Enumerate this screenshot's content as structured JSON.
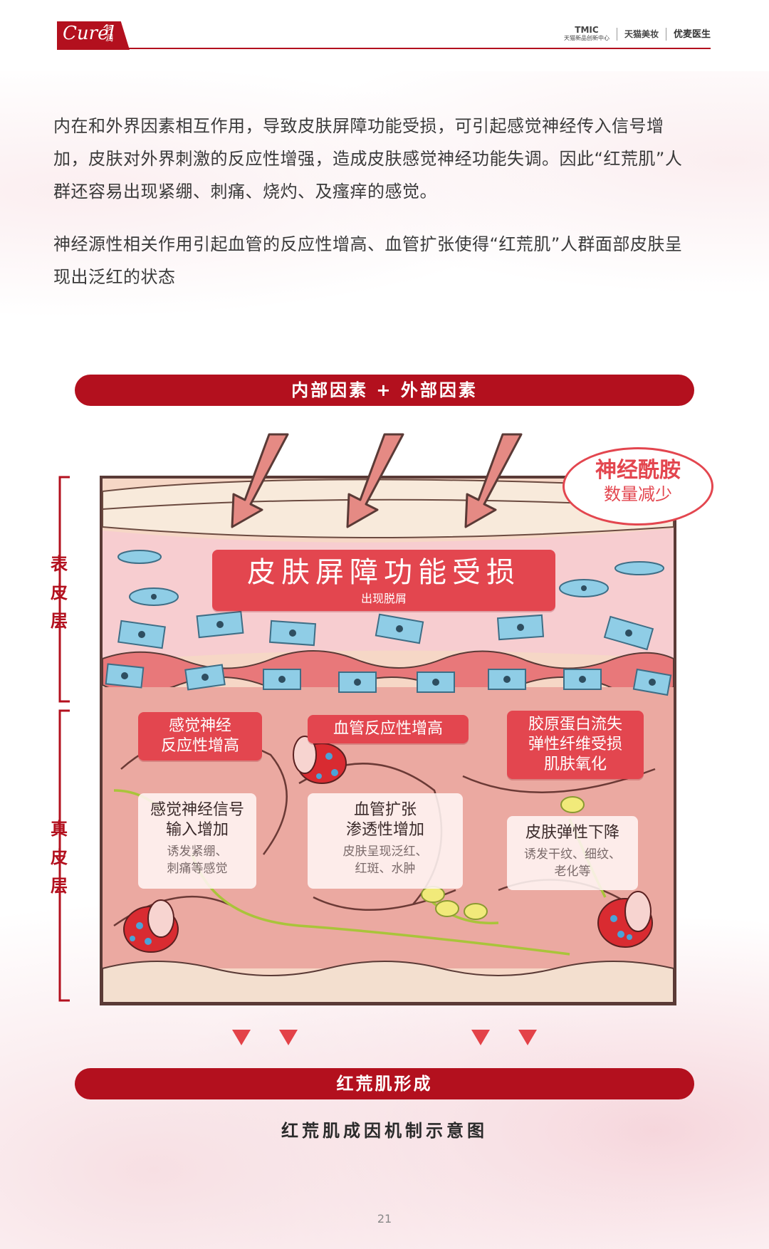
{
  "header": {
    "brand_logo": "Curél",
    "brand_logo_cn": "珂润",
    "partners": [
      {
        "mark": "TMIC",
        "name": "天猫新品创新中心"
      },
      {
        "mark": "",
        "name": "天猫美妆"
      },
      {
        "mark": "",
        "name": "优麦医生"
      }
    ]
  },
  "body": {
    "paragraph_1": "内在和外界因素相互作用，导致皮肤屏障功能受损，可引起感觉神经传入信号增加，皮肤对外界刺激的反应性增强，造成皮肤感觉神经功能失调。因此“红荒肌”人群还容易出现紧绷、刺痛、烧灼、及瘙痒的感觉。",
    "paragraph_2": "神经源性相关作用引起血管的反应性增高、血管扩张使得“红荒肌”人群面部皮肤呈现出泛红的状态"
  },
  "diagram": {
    "top_bar": "内部因素 + 外部因素",
    "bottom_bar": "红荒肌形成",
    "epidermis_label": [
      "表",
      "皮",
      "层"
    ],
    "dermis_label": [
      "真",
      "皮",
      "层"
    ],
    "bubble_line1": "神经酰胺",
    "bubble_line2": "数量减少",
    "barrier_title": "皮肤屏障功能受损",
    "barrier_sub": "出现脱屑",
    "tags": [
      "感觉神经\n反应性增高",
      "血管反应性增高",
      "胶原蛋白流失\n弹性纤维受损\n肌肤氧化"
    ],
    "cards": [
      {
        "title": "感觉神经信号\n输入增加",
        "desc": "诱发紧绷、\n刺痛等感觉"
      },
      {
        "title": "血管扩张\n渗透性增加",
        "desc": "皮肤呈现泛红、\n红斑、水肿"
      },
      {
        "title": "皮肤弹性下降",
        "desc": "诱发干纹、细纹、\n老化等"
      }
    ],
    "caption": "红荒肌成因机制示意图"
  },
  "footer": {
    "page_number": "21"
  },
  "colors": {
    "brand_red": "#b3101e",
    "banner_red": "#e3464f",
    "skin_pink": "#efb2ad",
    "cell_blue": "#8fcde6"
  }
}
